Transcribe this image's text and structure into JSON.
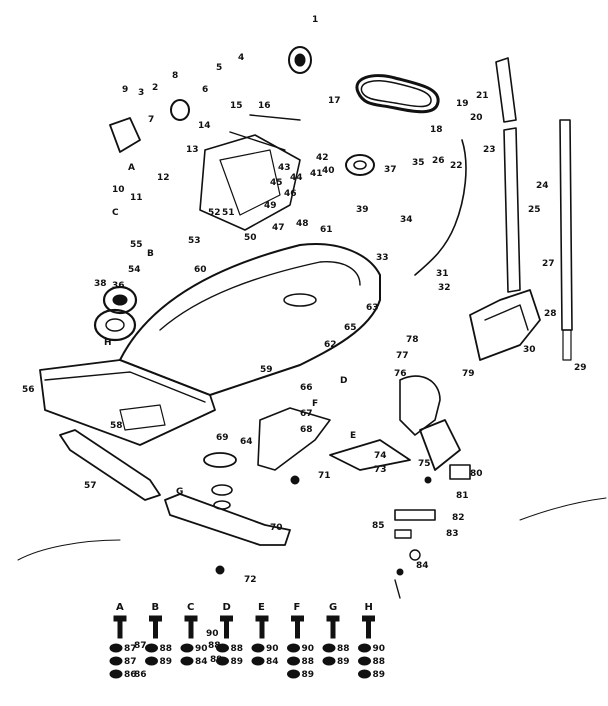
{
  "callouts": [
    "1",
    "2",
    "3",
    "4",
    "5",
    "6",
    "7",
    "8",
    "9",
    "10",
    "11",
    "12",
    "13",
    "14",
    "15",
    "16",
    "17",
    "18",
    "19",
    "20",
    "21",
    "22",
    "23",
    "24",
    "25",
    "26",
    "27",
    "28",
    "29",
    "30",
    "31",
    "32",
    "33",
    "34",
    "35",
    "36",
    "37",
    "38",
    "39",
    "40",
    "41",
    "42",
    "43",
    "44",
    "45",
    "46",
    "47",
    "48",
    "49",
    "50",
    "51",
    "52",
    "53",
    "54",
    "55",
    "56",
    "57",
    "58",
    "59",
    "60",
    "61",
    "62",
    "63",
    "64",
    "65",
    "66",
    "67",
    "68",
    "69",
    "70",
    "71",
    "72",
    "73",
    "74",
    "75",
    "76",
    "77",
    "78",
    "79",
    "80",
    "81",
    "82",
    "83",
    "84",
    "85",
    "86",
    "87",
    "88",
    "89",
    "90"
  ],
  "letters": [
    "A",
    "B",
    "C",
    "D",
    "E",
    "F",
    "G",
    "H"
  ],
  "hardware_groups": [
    {
      "letter": "A",
      "parts": [
        "87",
        "87",
        "86"
      ]
    },
    {
      "letter": "B",
      "parts": [
        "88",
        "89"
      ]
    },
    {
      "letter": "C",
      "parts": [
        "90",
        "84"
      ]
    },
    {
      "letter": "D",
      "parts": [
        "88",
        "89"
      ]
    },
    {
      "letter": "E",
      "parts": [
        "90",
        "84"
      ]
    },
    {
      "letter": "F",
      "parts": [
        "90",
        "88",
        "89"
      ]
    },
    {
      "letter": "G",
      "parts": [
        "88",
        "89"
      ]
    },
    {
      "letter": "H",
      "parts": [
        "90",
        "88",
        "89"
      ]
    }
  ]
}
